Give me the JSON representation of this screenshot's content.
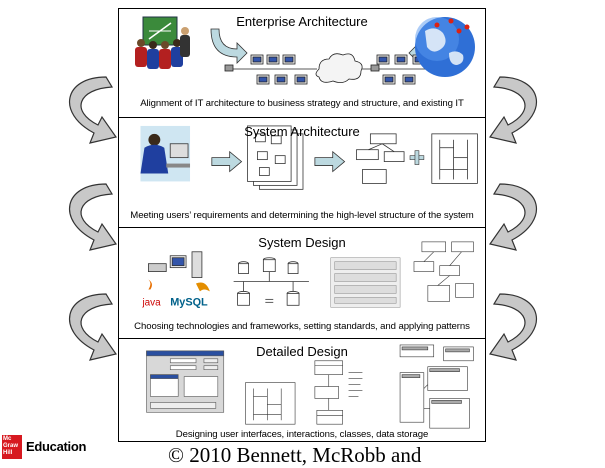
{
  "layers": [
    {
      "title": "Enterprise Architecture",
      "caption": "Alignment of IT architecture to business strategy and structure, and existing IT"
    },
    {
      "title": "System Architecture",
      "caption": "Meeting users’ requirements and determining the high-level structure of the system"
    },
    {
      "title": "System Design",
      "caption": "Choosing technologies and frameworks, setting standards, and applying patterns"
    },
    {
      "title": "Detailed Design",
      "caption": "Designing user interfaces, interactions, classes, data storage"
    }
  ],
  "tech_logos": {
    "java": "java",
    "mysql": "MySQL"
  },
  "publisher": {
    "logo_lines": [
      "Mc",
      "Graw",
      "Hill"
    ],
    "wordmark": "Education"
  },
  "copyright": "© 2010 Bennett, McRobb and",
  "colors": {
    "arrow_fill": "#c8c8c8",
    "arrow_stroke": "#333333",
    "logo_red": "#d71920",
    "globe": "#2f6fd6"
  }
}
